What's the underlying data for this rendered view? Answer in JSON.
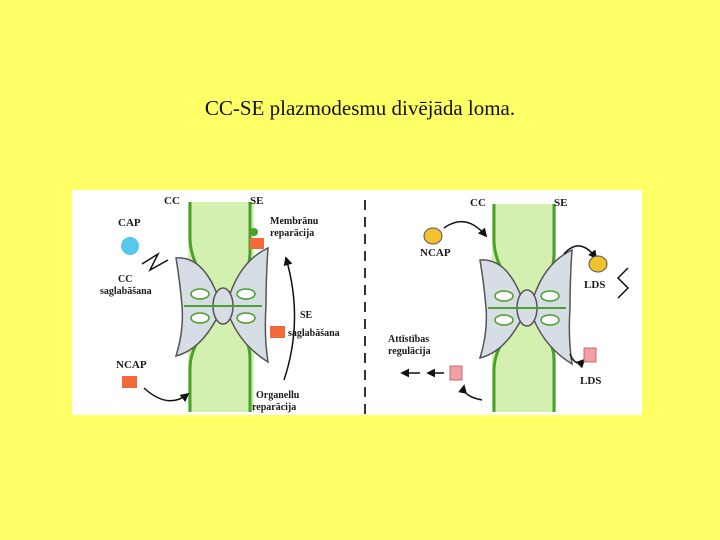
{
  "slide": {
    "title": "CC-SE plazmodesmu divējāda loma."
  },
  "figure": {
    "left_panel": {
      "cc": "CC",
      "se": "SE",
      "cap": "CAP",
      "cc_maintenance": [
        "CC",
        "saglabāšana"
      ],
      "ncap": "NCAP",
      "membrane_repair": [
        "Membrānu",
        "reparācija"
      ],
      "se_maintenance": [
        "SE",
        "saglabāšana"
      ],
      "organelle_repair": [
        "Organellu",
        "reparācija"
      ]
    },
    "right_panel": {
      "cc": "CC",
      "se": "SE",
      "ncap": "NCAP",
      "lds_top": "LDS",
      "development": [
        "Attīstības",
        "regulācija"
      ],
      "lds_bottom": "LDS"
    },
    "colors": {
      "cell_wall": "#d4f0b0",
      "wall_outline": "#4aa02c",
      "plasmodesma": "#d6dde5",
      "cap": "#57c7ea",
      "ncap_box": "#f26a3a",
      "ncap_ellipse": "#f2c12e",
      "lds": "#f2a0a8"
    }
  }
}
